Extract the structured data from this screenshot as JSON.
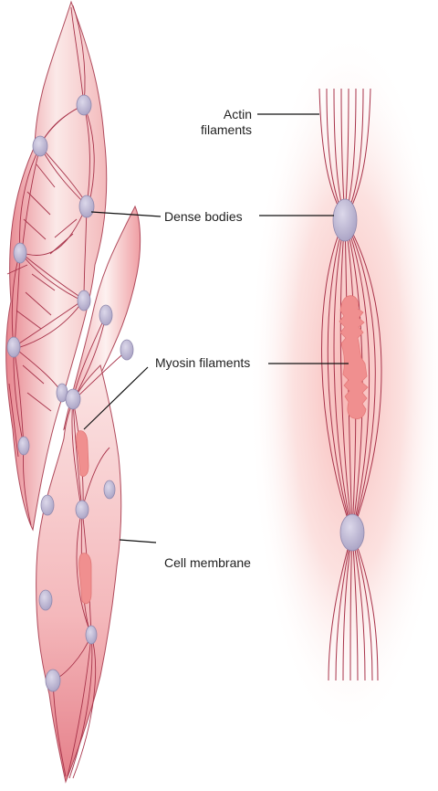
{
  "labels": {
    "actin_line1": "Actin",
    "actin_line2": "filaments",
    "dense_bodies": "Dense bodies",
    "myosin_filaments": "Myosin filaments",
    "cell_membrane": "Cell membrane"
  },
  "colors": {
    "cell_fill_dark": "#e8868f",
    "cell_fill_light": "#fdf0ef",
    "filament": "#a8334a",
    "dense_body": "#b9b4cf",
    "dense_body_stroke": "#8f88ad",
    "myosin": "#f08f8f",
    "glow": "#f7b3b0",
    "leader_line": "#111111"
  }
}
